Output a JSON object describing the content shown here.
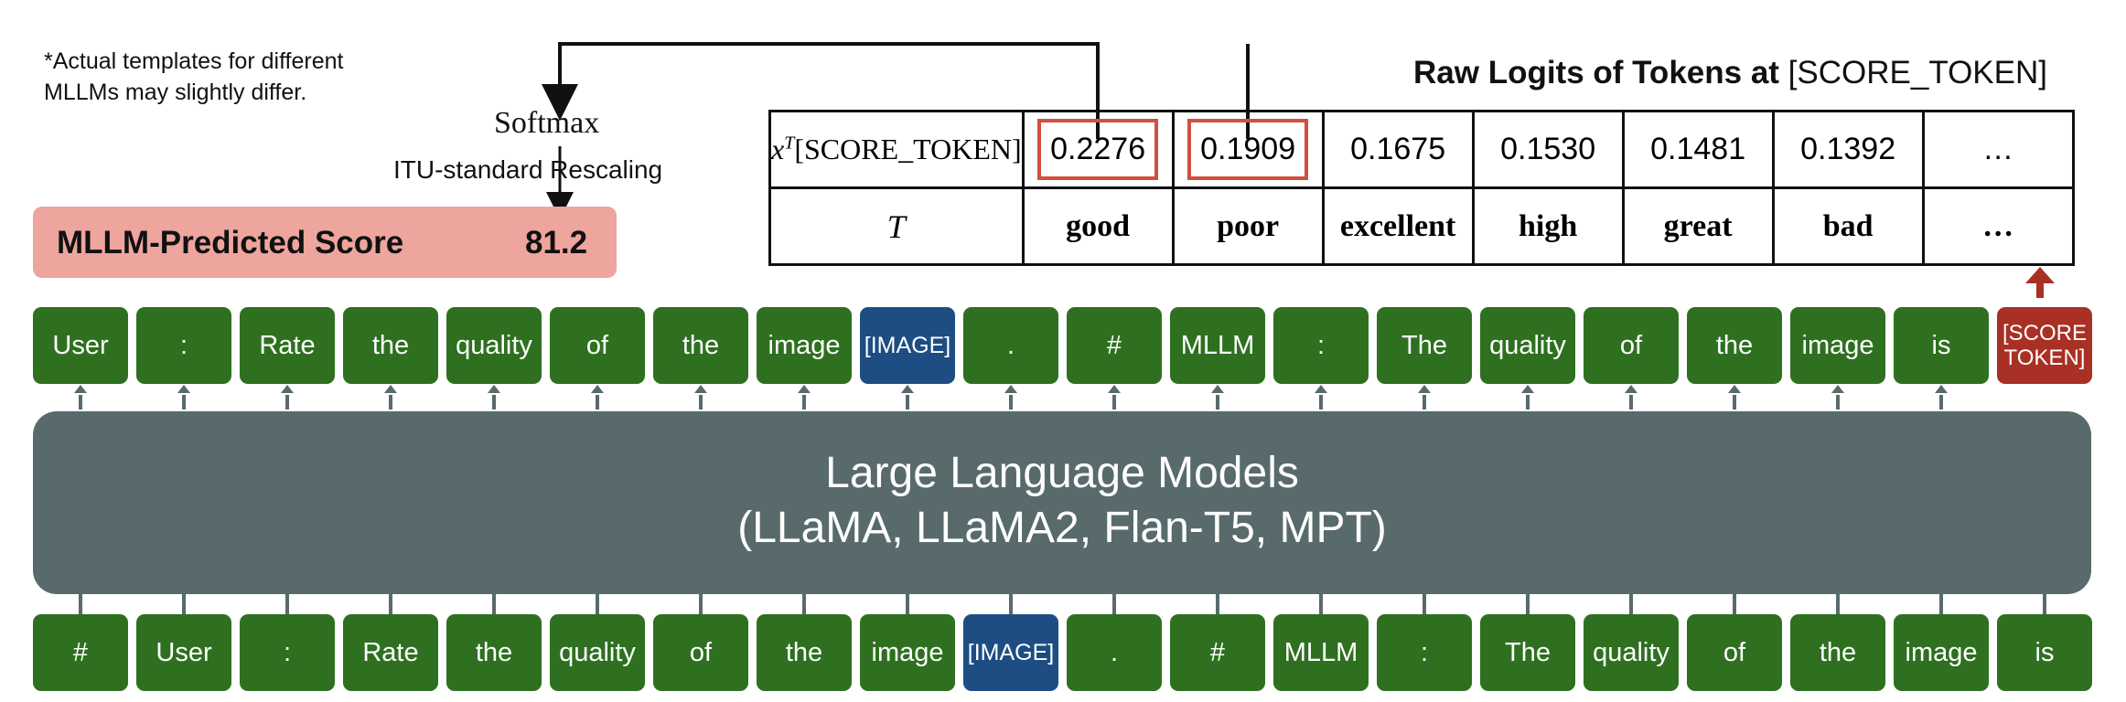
{
  "note": {
    "line1": "*Actual templates for different",
    "line2": "MLLMs may slightly differ."
  },
  "softmax_label": "Softmax",
  "rescaling_label": "ITU-standard Rescaling",
  "predicted": {
    "label": "MLLM-Predicted Score",
    "value": "81.2"
  },
  "raw_logits": {
    "title_bold": "Raw Logits of Tokens at",
    "title_rest": "[SCORE_TOKEN]",
    "row1_symbol": "x",
    "row1_sup": "T",
    "row1_sub": "[SCORE_TOKEN]",
    "row2_symbol": "T",
    "values": [
      "0.2276",
      "0.1909",
      "0.1675",
      "0.1530",
      "0.1481",
      "0.1392",
      "…"
    ],
    "tokens": [
      "good",
      "poor",
      "excellent",
      "high",
      "great",
      "bad",
      "…"
    ]
  },
  "llm": {
    "line1": "Large Language Models",
    "line2": "(LLaMA, LLaMA2, Flan-T5, MPT)"
  },
  "output_tokens": [
    "User",
    ":",
    "Rate",
    "the",
    "quality",
    "of",
    "the",
    "image",
    "[IMAGE]",
    ".",
    "#",
    "MLLM",
    ":",
    "The",
    "quality",
    "of",
    "the",
    "image",
    "is",
    "[SCORE TOKEN]"
  ],
  "input_tokens": [
    "#",
    "User",
    ":",
    "Rate",
    "the",
    "quality",
    "of",
    "the",
    "image",
    "[IMAGE]",
    ".",
    "#",
    "MLLM",
    ":",
    "The",
    "quality",
    "of",
    "the",
    "image",
    "is"
  ],
  "colors": {
    "token_green": "#2e7020",
    "token_image_blue": "#1d4d83",
    "score_token_red": "#a83024",
    "llm_gray": "#586a6c",
    "highlight_red": "#d2503f",
    "predicted_pink": "#eda59e"
  }
}
